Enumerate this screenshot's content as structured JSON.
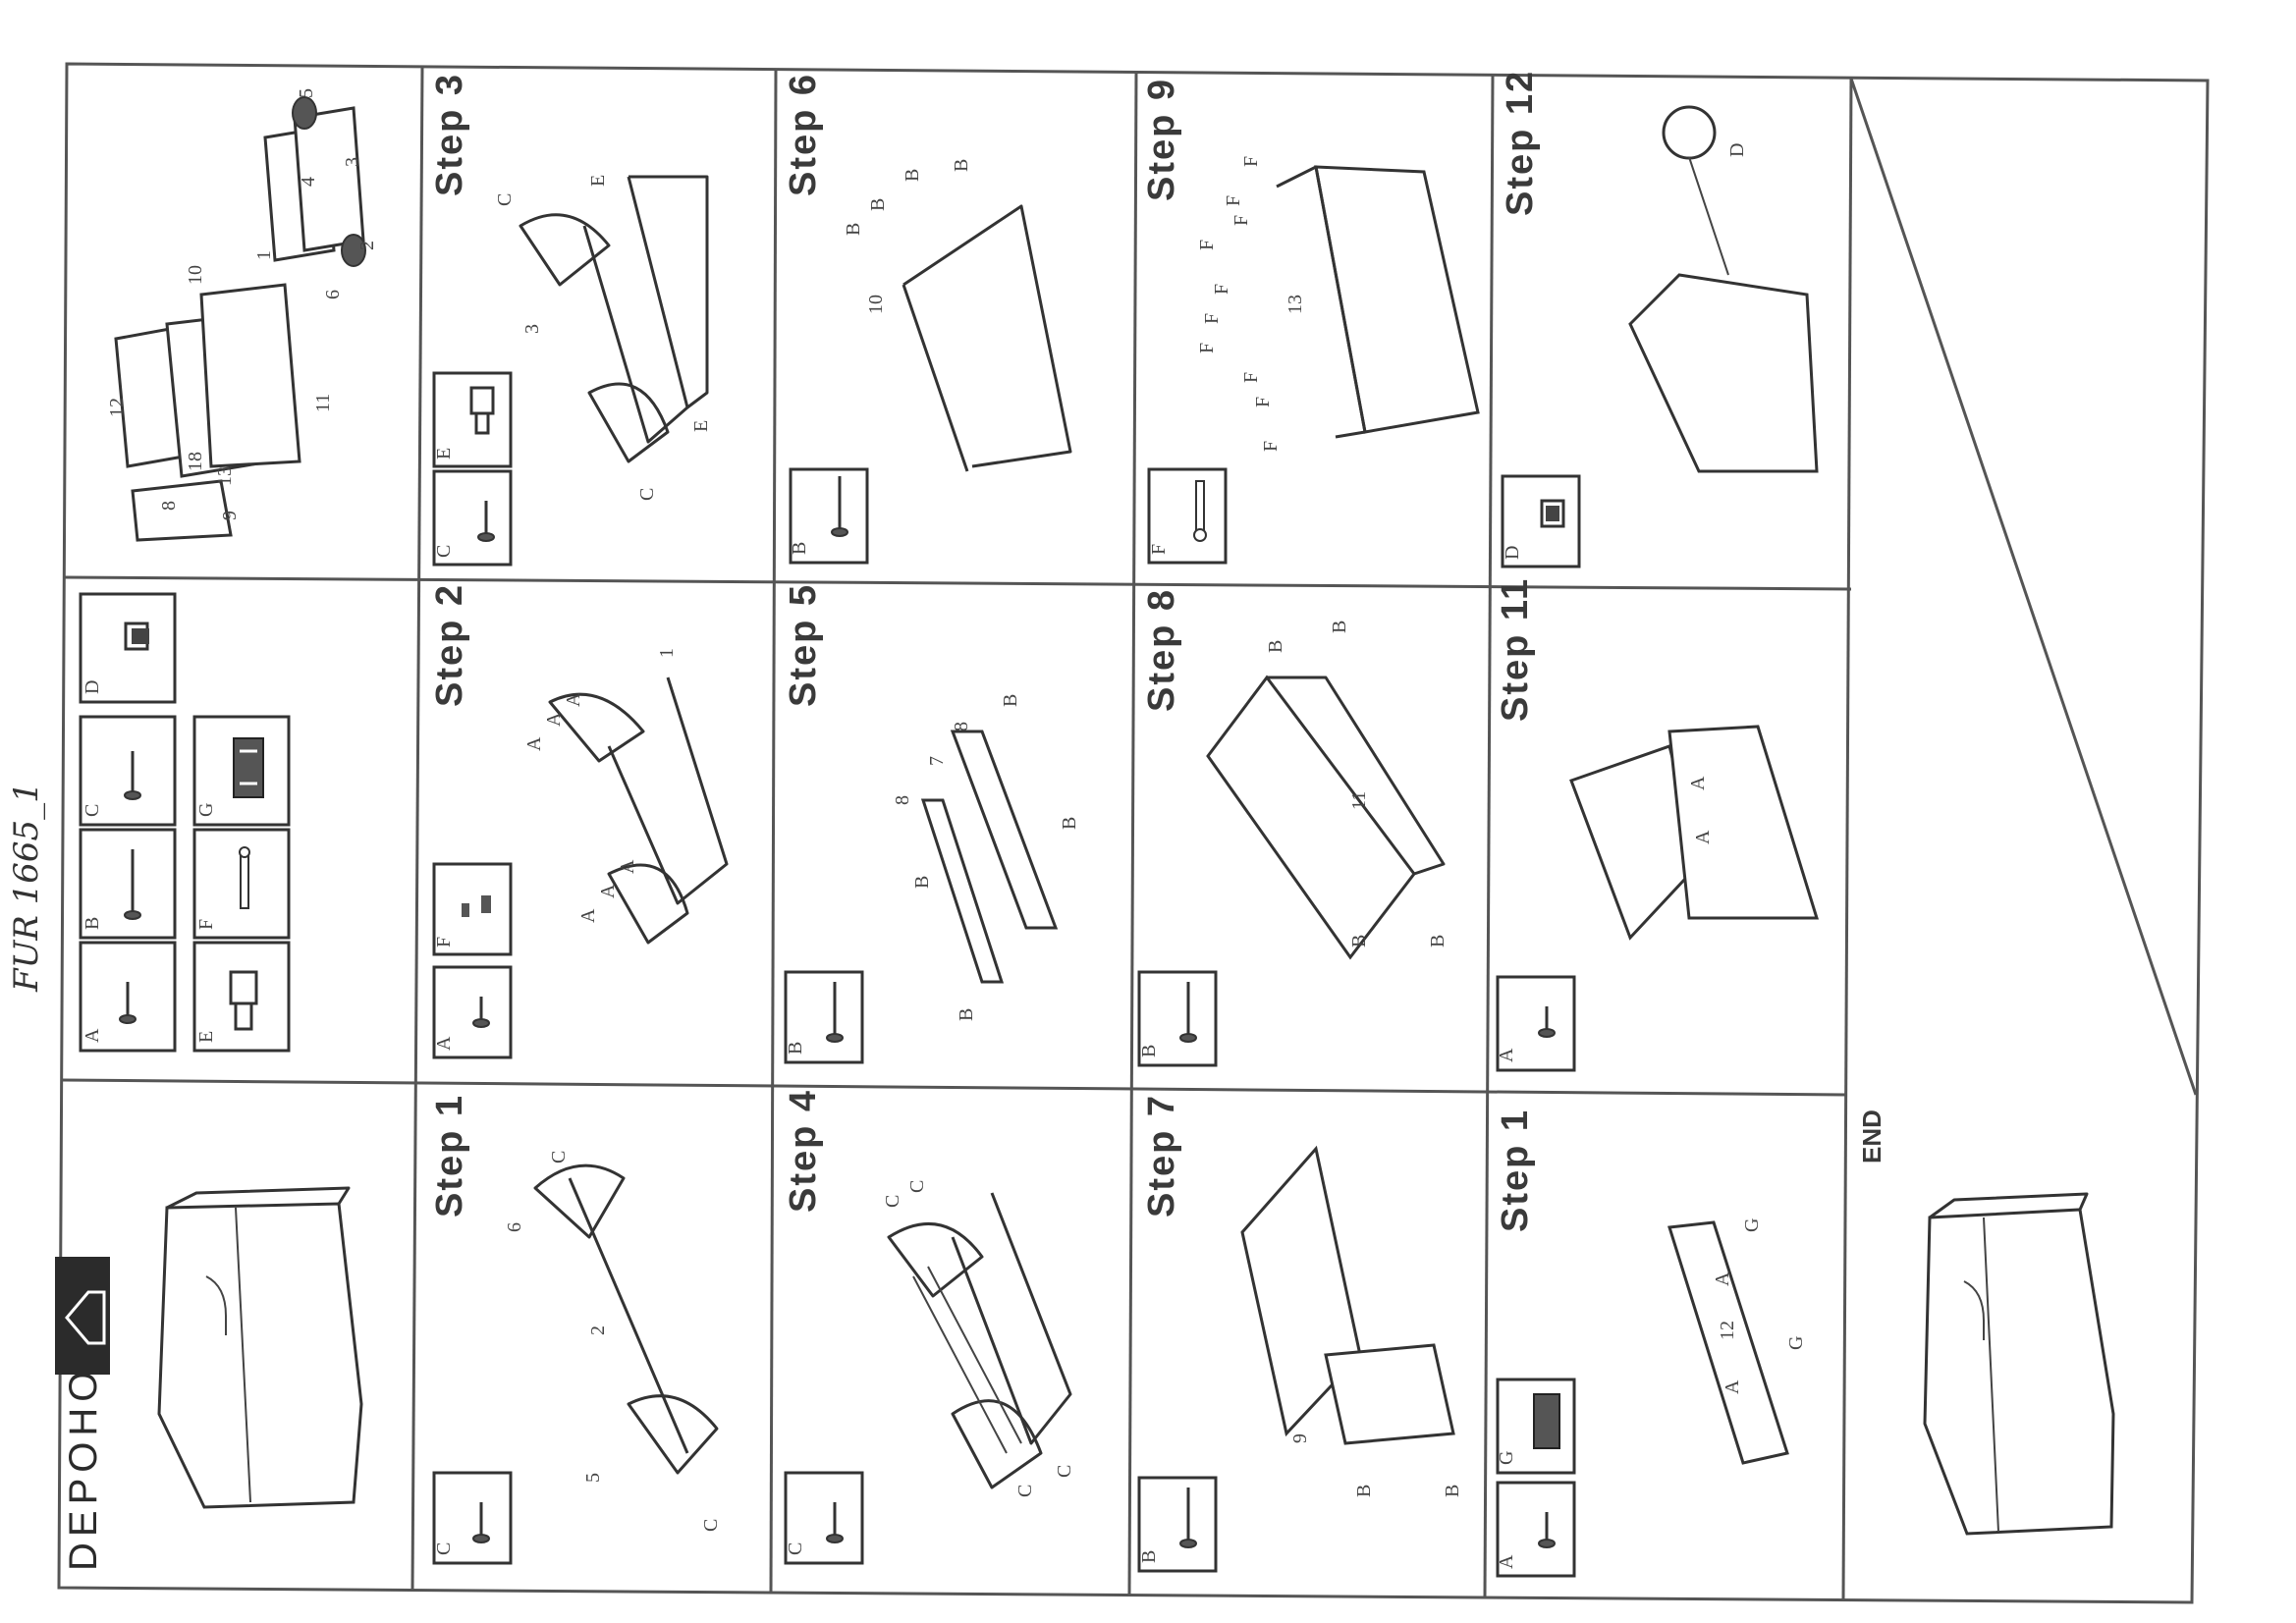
{
  "document": {
    "handwritten_code": "FUR 1665_1",
    "brand": "DEPOHOME",
    "end_label": "END"
  },
  "hardware_legend": {
    "items": [
      {
        "letter": "A",
        "icon": "short-screw-icon"
      },
      {
        "letter": "B",
        "icon": "long-screw-icon"
      },
      {
        "letter": "C",
        "icon": "medium-screw-icon"
      },
      {
        "letter": "D",
        "icon": "lid-stay-icon"
      },
      {
        "letter": "E",
        "icon": "cam-bolt-icon"
      },
      {
        "letter": "F",
        "icon": "nail-icon"
      },
      {
        "letter": "G",
        "icon": "hinge-icon"
      }
    ]
  },
  "overview": {
    "panel_numbers": [
      "1",
      "2",
      "3",
      "4",
      "5",
      "6",
      "8",
      "9",
      "10",
      "11",
      "12",
      "13",
      "18"
    ]
  },
  "steps": [
    {
      "id": "step1a",
      "label": "Step 1",
      "parts": [
        "C"
      ],
      "callouts": [
        "6",
        "C",
        "2",
        "5",
        "C"
      ]
    },
    {
      "id": "step2",
      "label": "Step 2",
      "parts": [
        "A",
        "F"
      ],
      "callouts": [
        "A",
        "A",
        "A",
        "A",
        "A",
        "A",
        "1"
      ]
    },
    {
      "id": "step3",
      "label": "Step 3",
      "parts": [
        "C",
        "E"
      ],
      "callouts": [
        "C",
        "E",
        "3",
        "E",
        "C"
      ]
    },
    {
      "id": "step4",
      "label": "Step 4",
      "parts": [
        "C"
      ],
      "callouts": [
        "C",
        "C",
        "C",
        "C"
      ]
    },
    {
      "id": "step5",
      "label": "Step 5",
      "parts": [
        "B"
      ],
      "callouts": [
        "8",
        "7",
        "8",
        "B",
        "B",
        "B",
        "B"
      ]
    },
    {
      "id": "step6",
      "label": "Step 6",
      "parts": [
        "B"
      ],
      "callouts": [
        "B",
        "B",
        "B",
        "B",
        "10"
      ]
    },
    {
      "id": "step7",
      "label": "Step 7",
      "parts": [
        "B"
      ],
      "callouts": [
        "9",
        "B",
        "B"
      ]
    },
    {
      "id": "step8",
      "label": "Step 8",
      "parts": [
        "B"
      ],
      "callouts": [
        "B",
        "B",
        "11",
        "B",
        "B"
      ]
    },
    {
      "id": "step9",
      "label": "Step 9",
      "parts": [
        "F"
      ],
      "callouts": [
        "F",
        "F",
        "F",
        "F",
        "F",
        "F",
        "F",
        "F",
        "F",
        "F",
        "13"
      ]
    },
    {
      "id": "step1b",
      "label": "Step 1",
      "parts": [
        "A",
        "G"
      ],
      "callouts": [
        "A",
        "G",
        "12",
        "A",
        "G"
      ]
    },
    {
      "id": "step11",
      "label": "Step 11",
      "parts": [
        "A"
      ],
      "callouts": [
        "A",
        "A"
      ]
    },
    {
      "id": "step12",
      "label": "Step 12",
      "parts": [
        "D"
      ],
      "callouts": [
        "D"
      ]
    }
  ]
}
